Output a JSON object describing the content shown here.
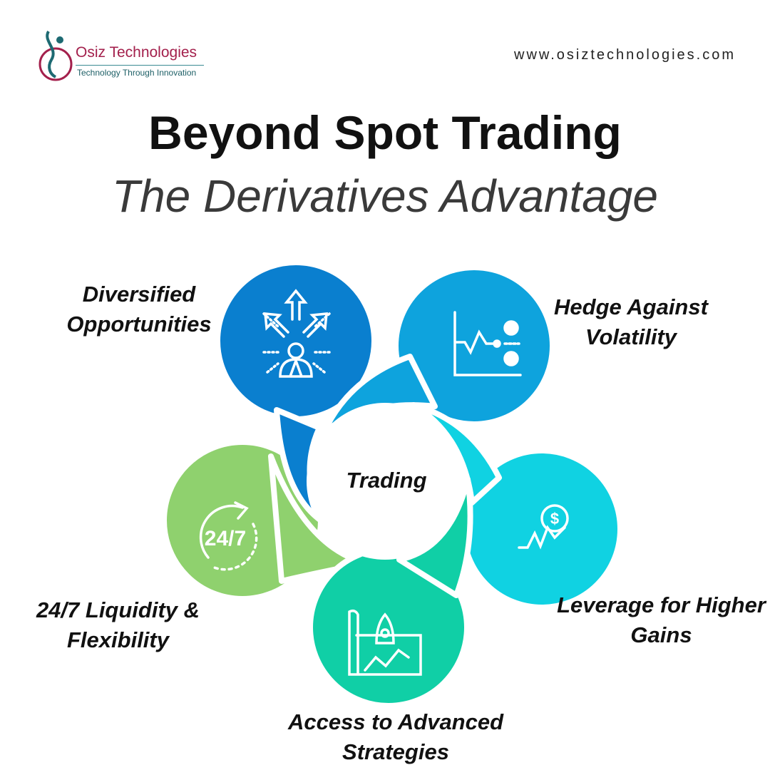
{
  "brand": {
    "name": "Osiz Technologies",
    "tagline": "Technology Through Innovation",
    "url": "www.osiztechnologies.com"
  },
  "header": {
    "title": "Beyond Spot Trading",
    "subtitle": "The Derivatives Advantage"
  },
  "diagram": {
    "center": "Trading",
    "items": [
      {
        "label_l1": "Diversified",
        "label_l2": "Opportunities",
        "icon": "diversify-arrows-icon",
        "color": "#0a7fcf"
      },
      {
        "label_l1": "Hedge Against",
        "label_l2": "Volatility",
        "icon": "hedge-chart-icon",
        "color": "#0ea3dd"
      },
      {
        "label_l1": "Leverage for Higher",
        "label_l2": "Gains",
        "icon": "leverage-dollar-icon",
        "color": "#10d2e2"
      },
      {
        "label_l1": "Access to Advanced",
        "label_l2": "Strategies",
        "icon": "rocket-strategy-icon",
        "color": "#10cfa6"
      },
      {
        "label_l1": "24/7 Liquidity &",
        "label_l2": "Flexibility",
        "icon": "clock-247-icon",
        "icon_text": "24/7",
        "color": "#8fd16e"
      }
    ]
  }
}
